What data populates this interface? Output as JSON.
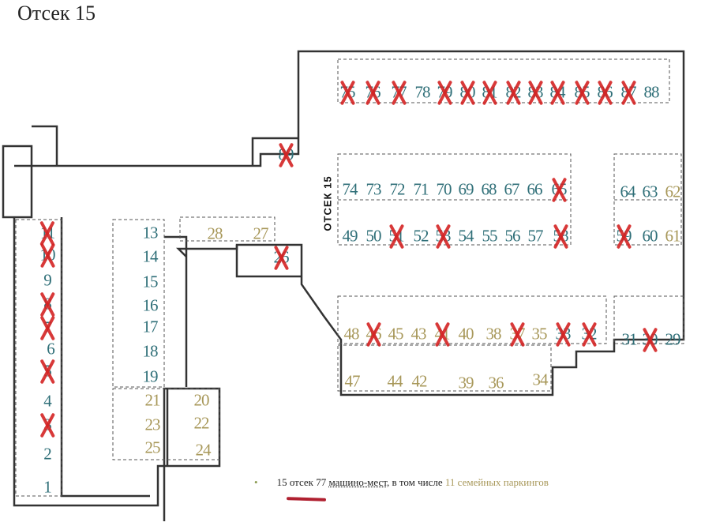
{
  "title": "Отсек 15",
  "section_label": "ОТСЕК 15",
  "caption": {
    "part1": "15 отсек 77 ",
    "part2": "машино-мест",
    "part3": ", в том числе ",
    "family": "11 семейных паркингов"
  },
  "colors": {
    "regular": "#2f6f78",
    "family": "#a8985a",
    "cross": "#d42424"
  },
  "spots": [
    {
      "n": "1",
      "type": "regular",
      "crossed": false
    },
    {
      "n": "2",
      "type": "regular",
      "crossed": false
    },
    {
      "n": "3",
      "type": "regular",
      "crossed": true
    },
    {
      "n": "4",
      "type": "regular",
      "crossed": false
    },
    {
      "n": "5",
      "type": "regular",
      "crossed": true
    },
    {
      "n": "6",
      "type": "regular",
      "crossed": false
    },
    {
      "n": "7",
      "type": "regular",
      "crossed": true
    },
    {
      "n": "8",
      "type": "regular",
      "crossed": true
    },
    {
      "n": "9",
      "type": "regular",
      "crossed": false
    },
    {
      "n": "10",
      "type": "regular",
      "crossed": true
    },
    {
      "n": "11",
      "type": "regular",
      "crossed": true
    },
    {
      "n": "13",
      "type": "regular",
      "crossed": false
    },
    {
      "n": "14",
      "type": "regular",
      "crossed": false
    },
    {
      "n": "15",
      "type": "regular",
      "crossed": false
    },
    {
      "n": "16",
      "type": "regular",
      "crossed": false
    },
    {
      "n": "17",
      "type": "regular",
      "crossed": false
    },
    {
      "n": "18",
      "type": "regular",
      "crossed": false
    },
    {
      "n": "19",
      "type": "regular",
      "crossed": false
    },
    {
      "n": "20",
      "type": "family",
      "crossed": false
    },
    {
      "n": "21",
      "type": "family",
      "crossed": false
    },
    {
      "n": "22",
      "type": "family",
      "crossed": false
    },
    {
      "n": "23",
      "type": "family",
      "crossed": false
    },
    {
      "n": "24",
      "type": "family",
      "crossed": false
    },
    {
      "n": "25",
      "type": "family",
      "crossed": false
    },
    {
      "n": "26",
      "type": "regular",
      "crossed": true
    },
    {
      "n": "27",
      "type": "family",
      "crossed": false
    },
    {
      "n": "28",
      "type": "family",
      "crossed": false
    },
    {
      "n": "29",
      "type": "regular",
      "crossed": false
    },
    {
      "n": "30",
      "type": "regular",
      "crossed": true
    },
    {
      "n": "31",
      "type": "regular",
      "crossed": false
    },
    {
      "n": "32",
      "type": "regular",
      "crossed": true
    },
    {
      "n": "33",
      "type": "regular",
      "crossed": true
    },
    {
      "n": "34",
      "type": "family",
      "crossed": false
    },
    {
      "n": "35",
      "type": "family",
      "crossed": false
    },
    {
      "n": "36",
      "type": "family",
      "crossed": false
    },
    {
      "n": "37",
      "type": "family",
      "crossed": true
    },
    {
      "n": "38",
      "type": "family",
      "crossed": false
    },
    {
      "n": "39",
      "type": "family",
      "crossed": false
    },
    {
      "n": "40",
      "type": "family",
      "crossed": false
    },
    {
      "n": "41",
      "type": "family",
      "crossed": true
    },
    {
      "n": "42",
      "type": "family",
      "crossed": false
    },
    {
      "n": "43",
      "type": "family",
      "crossed": false
    },
    {
      "n": "44",
      "type": "family",
      "crossed": false
    },
    {
      "n": "45",
      "type": "family",
      "crossed": false
    },
    {
      "n": "46",
      "type": "family",
      "crossed": true
    },
    {
      "n": "47",
      "type": "family",
      "crossed": false
    },
    {
      "n": "48",
      "type": "family",
      "crossed": false
    },
    {
      "n": "49",
      "type": "regular",
      "crossed": false
    },
    {
      "n": "50",
      "type": "regular",
      "crossed": false
    },
    {
      "n": "51",
      "type": "regular",
      "crossed": true
    },
    {
      "n": "52",
      "type": "regular",
      "crossed": false
    },
    {
      "n": "53",
      "type": "regular",
      "crossed": true
    },
    {
      "n": "54",
      "type": "regular",
      "crossed": false
    },
    {
      "n": "55",
      "type": "regular",
      "crossed": false
    },
    {
      "n": "56",
      "type": "regular",
      "crossed": false
    },
    {
      "n": "57",
      "type": "regular",
      "crossed": false
    },
    {
      "n": "58",
      "type": "regular",
      "crossed": true
    },
    {
      "n": "59",
      "type": "regular",
      "crossed": true
    },
    {
      "n": "60",
      "type": "regular",
      "crossed": false
    },
    {
      "n": "61",
      "type": "family",
      "crossed": false
    },
    {
      "n": "62",
      "type": "family",
      "crossed": false
    },
    {
      "n": "63",
      "type": "regular",
      "crossed": false
    },
    {
      "n": "64",
      "type": "regular",
      "crossed": false
    },
    {
      "n": "65",
      "type": "regular",
      "crossed": true
    },
    {
      "n": "66",
      "type": "regular",
      "crossed": false
    },
    {
      "n": "67",
      "type": "regular",
      "crossed": false
    },
    {
      "n": "68",
      "type": "regular",
      "crossed": false
    },
    {
      "n": "69",
      "type": "regular",
      "crossed": false
    },
    {
      "n": "70",
      "type": "regular",
      "crossed": false
    },
    {
      "n": "71",
      "type": "regular",
      "crossed": false
    },
    {
      "n": "72",
      "type": "regular",
      "crossed": false
    },
    {
      "n": "73",
      "type": "regular",
      "crossed": false
    },
    {
      "n": "74",
      "type": "regular",
      "crossed": false
    },
    {
      "n": "75",
      "type": "regular",
      "crossed": true
    },
    {
      "n": "76",
      "type": "regular",
      "crossed": true
    },
    {
      "n": "77",
      "type": "regular",
      "crossed": true
    },
    {
      "n": "78",
      "type": "regular",
      "crossed": false
    },
    {
      "n": "79",
      "type": "regular",
      "crossed": true
    },
    {
      "n": "80",
      "type": "regular",
      "crossed": true
    },
    {
      "n": "81",
      "type": "regular",
      "crossed": true
    },
    {
      "n": "82",
      "type": "regular",
      "crossed": true
    },
    {
      "n": "83",
      "type": "regular",
      "crossed": true
    },
    {
      "n": "84",
      "type": "regular",
      "crossed": true
    },
    {
      "n": "85",
      "type": "regular",
      "crossed": true
    },
    {
      "n": "86",
      "type": "regular",
      "crossed": true
    },
    {
      "n": "87",
      "type": "regular",
      "crossed": true
    },
    {
      "n": "88",
      "type": "regular",
      "crossed": false
    },
    {
      "n": "89",
      "type": "regular",
      "crossed": true
    }
  ]
}
